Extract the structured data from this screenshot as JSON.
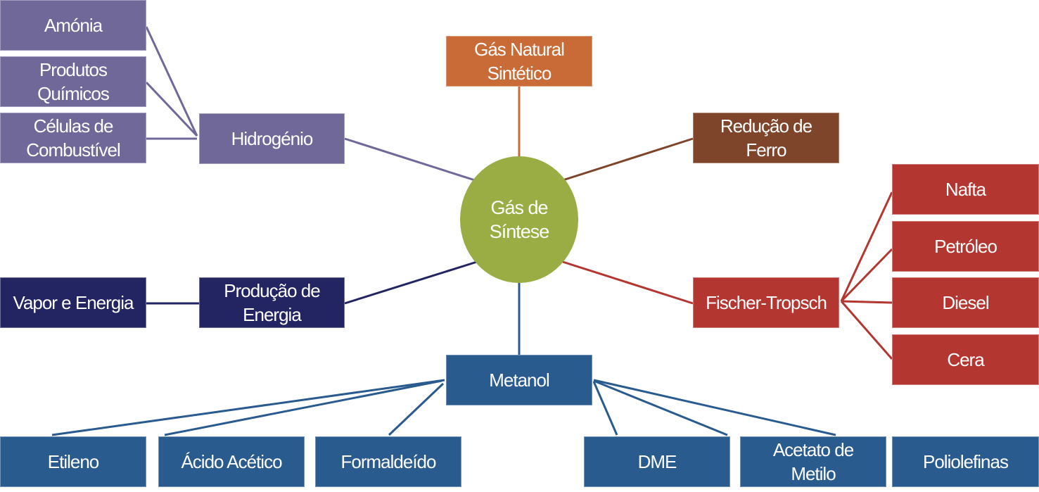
{
  "diagram": {
    "center": {
      "id": "sintese",
      "label": "Gás de\nSíntese",
      "color": "#9aad44"
    },
    "nodes": [
      {
        "id": "amonia",
        "label": "Amónia",
        "color": "#6f6899",
        "parent": "hidrogenio"
      },
      {
        "id": "produtos",
        "label": "Produtos\nQuímicos",
        "color": "#6f6899",
        "parent": "hidrogenio"
      },
      {
        "id": "celulas",
        "label": "Células de\nCombustível",
        "color": "#6f6899",
        "parent": "hidrogenio"
      },
      {
        "id": "hidrogenio",
        "label": "Hidrogénio",
        "color": "#6f6899",
        "parent": "sintese"
      },
      {
        "id": "gns",
        "label": "Gás Natural\nSintético",
        "color": "#c96b36",
        "parent": "sintese"
      },
      {
        "id": "ferro",
        "label": "Redução de\nFerro",
        "color": "#7e452b",
        "parent": "sintese"
      },
      {
        "id": "vapor",
        "label": "Vapor e Energia",
        "color": "#232563",
        "parent": "producao"
      },
      {
        "id": "producao",
        "label": "Produção de\nEnergia",
        "color": "#232563",
        "parent": "sintese"
      },
      {
        "id": "ft",
        "label": "Fischer-Tropsch",
        "color": "#b33631",
        "parent": "sintese"
      },
      {
        "id": "nafta",
        "label": "Nafta",
        "color": "#b33631",
        "parent": "ft"
      },
      {
        "id": "petroleo",
        "label": "Petróleo",
        "color": "#b33631",
        "parent": "ft"
      },
      {
        "id": "diesel",
        "label": "Diesel",
        "color": "#b33631",
        "parent": "ft"
      },
      {
        "id": "cera",
        "label": "Cera",
        "color": "#b33631",
        "parent": "ft"
      },
      {
        "id": "metanol",
        "label": "Metanol",
        "color": "#2a5b8f",
        "parent": "sintese"
      },
      {
        "id": "etileno",
        "label": "Etileno",
        "color": "#2a5b8f",
        "parent": "metanol"
      },
      {
        "id": "acetico",
        "label": "Ácido Acético",
        "color": "#2a5b8f",
        "parent": "metanol"
      },
      {
        "id": "formaldeido",
        "label": "Formaldeído",
        "color": "#2a5b8f",
        "parent": "metanol"
      },
      {
        "id": "dme",
        "label": "DME",
        "color": "#2a5b8f",
        "parent": "metanol"
      },
      {
        "id": "acetato",
        "label": "Acetato de\nMetilo",
        "color": "#2a5b8f",
        "parent": "metanol"
      },
      {
        "id": "poliolefinas",
        "label": "Poliolefinas",
        "color": "#2a5b8f",
        "parent": "metanol"
      }
    ]
  }
}
